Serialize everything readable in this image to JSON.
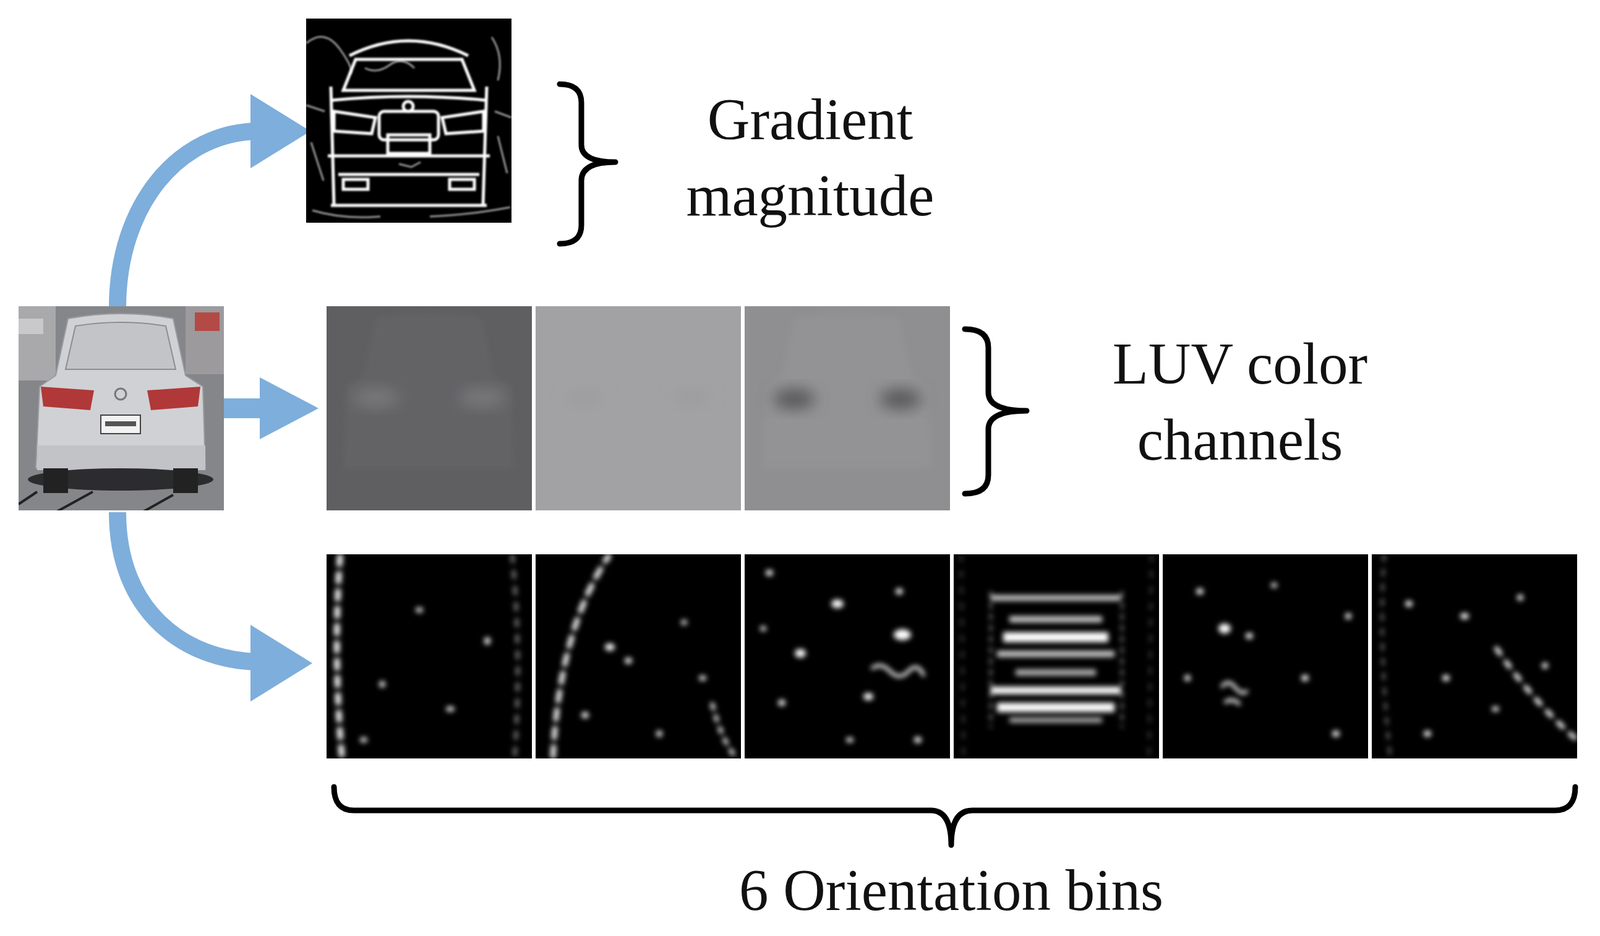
{
  "diagram": {
    "labels": [
      "Gradient magnitude",
      "LUV color channels",
      "6 Orientation bins"
    ]
  }
}
